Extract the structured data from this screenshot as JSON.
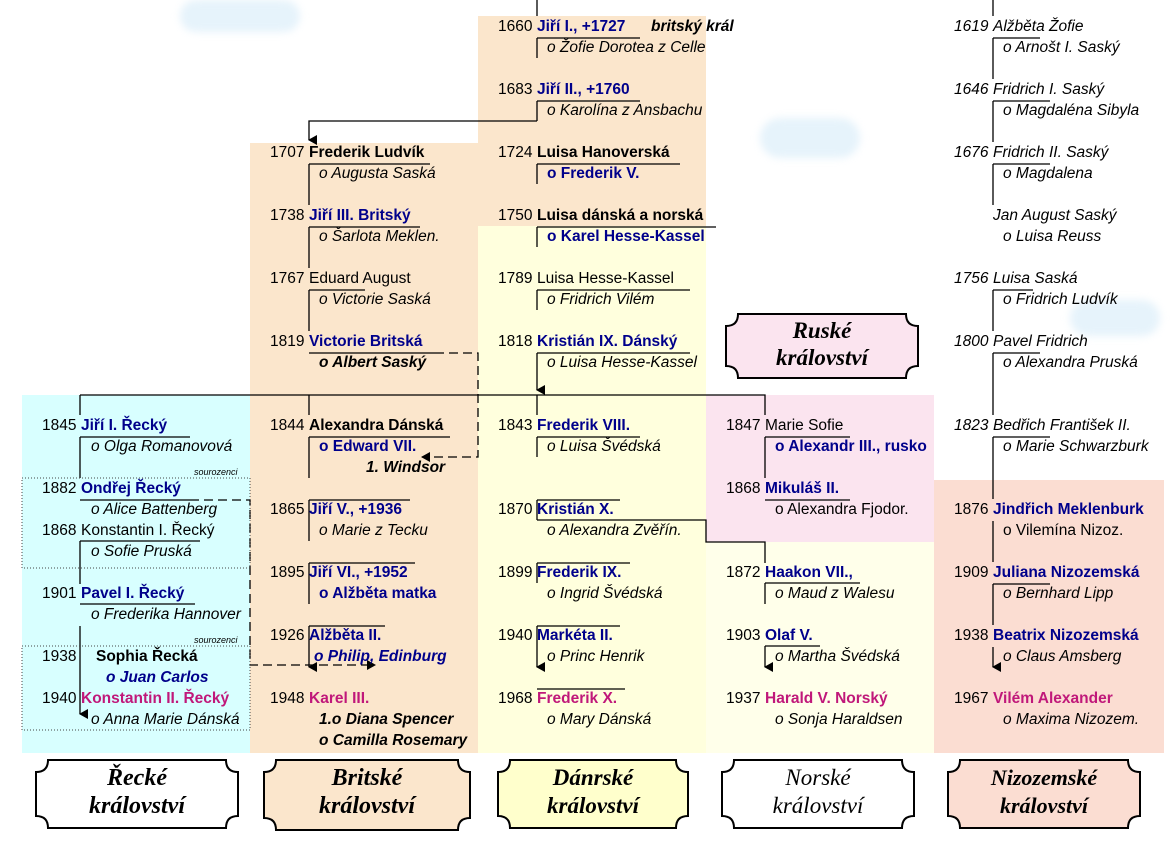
{
  "colors": {
    "greek": "#d8ffff",
    "british": "#fbe6cc",
    "danish_top": "#fbe6cc",
    "danish": "#ffffdd",
    "norway_pink": "#fbe4ef",
    "norway": "#ffffea",
    "dutch": "#fbddd2",
    "name_blue": "#00008b",
    "name_magenta": "#c0187a"
  },
  "kingdoms": {
    "greek": "Řecké\nkrálovství",
    "british": "Britské\nkrálovství",
    "danish": "Dánrské\nkrálovství",
    "norway": "Norské\nkrálovství",
    "dutch": "Nizozemské\nkrálovství",
    "russian": "Ruské\nkrálovství"
  },
  "labels": {
    "siblings_1": "sourozenci",
    "siblings_2": "sourozenci"
  },
  "greek": {
    "r1_year": "1845",
    "r1_name": "Jiří I. Řecký",
    "r1_spouse": "o Olga Romanovová",
    "r2_year": "1882",
    "r2_name": "Ondřej Řecký",
    "r2_spouse": "o Alice Battenberg",
    "r3_year": "1868",
    "r3_name": "Konstantin I. Řecký",
    "r3_spouse": "o Sofie Pruská",
    "r4_year": "1901",
    "r4_name": "Pavel I. Řecký",
    "r4_spouse": "o Frederika Hannover",
    "r5_year": "1938",
    "r5_name": "Sophia Řecká",
    "r5_spouse": "o Juan Carlos",
    "r6_year": "1940",
    "r6_name": "Konstantin II. Řecký",
    "r6_spouse": "o Anna Marie Dánská"
  },
  "british": {
    "r1_year": "1707",
    "r1_name": "Frederik Ludvík",
    "r1_spouse": "o Augusta Saská",
    "r2_year": "1738",
    "r2_name": "Jiří III. Britský",
    "r2_spouse": "o Šarlota Meklen.",
    "r3_year": "1767",
    "r3_name_a": "Eduard",
    "r3_name_b": " August",
    "r3_spouse": "o Victorie Saská",
    "r4_year": "1819",
    "r4_name": "Victorie Britská",
    "r4_spouse": "o Albert Saský",
    "r5_year": "1844",
    "r5_name": "Alexandra Dánská",
    "r5_spouse": "o Edward VII.",
    "r5_note": "1. Windsor",
    "r6_year": "1865",
    "r6_name": "Jiří V., +1936",
    "r6_spouse": "o Marie z Tecku",
    "r7_year": "1895",
    "r7_name": "Jiří VI., +1952",
    "r7_spouse": "o Alžběta matka",
    "r8_year": "1926",
    "r8_name": "Alžběta II.",
    "r8_spouse": "o Philip, Edinburg",
    "r9_year": "1948",
    "r9_name": "Karel III.",
    "r9_spouse1": "1.o Diana Spencer",
    "r9_spouse2": "o Camilla Rosemary"
  },
  "danish": {
    "r0_year": "1660",
    "r0_name": "Jiří I., +1727",
    "r0_note": "britský král",
    "r0_spouse": "o Žofie Dorotea z Celle",
    "r1_year": "1683",
    "r1_name": "Jiří II., +1760",
    "r1_spouse": "o Karolína z Ansbachu",
    "r2_year": "1724",
    "r2_name": "Luisa Hanoverská",
    "r2_spouse": "o Frederik V.",
    "r3_year": "1750",
    "r3_name": "Luisa dánská a norská",
    "r3_spouse": "o Karel Hesse-Kassel",
    "r4_year": "1789",
    "r4_name": "Luisa Hesse-Kassel",
    "r4_spouse": "o Fridrich Vilém",
    "r5_year": "1818",
    "r5_name": "Kristián IX. Dánský",
    "r5_spouse": "o Luisa Hesse-Kassel",
    "r6_year": "1843",
    "r6_name": "Frederik VIII.",
    "r6_spouse": "o Luisa Švédská",
    "r7_year": "1870",
    "r7_name": "Kristián X.",
    "r7_spouse": "o Alexandra Zvěřín.",
    "r8_year": "1899",
    "r8_name": "Frederik IX.",
    "r8_spouse": "o Ingrid Švédská",
    "r9_year": "1940",
    "r9_name": "Markéta II.",
    "r9_spouse": "o Princ Henrik",
    "r10_year": "1968",
    "r10_name": "Frederik X.",
    "r10_spouse": "o Mary Dánská"
  },
  "norway": {
    "r1_year": "1847",
    "r1_name": "Marie Sofie",
    "r1_spouse": "o Alexandr III., rusko",
    "r2_year": "1868",
    "r2_name": "Mikuláš II.",
    "r2_spouse": "o Alexandra Fjodor.",
    "r3_year": "1872",
    "r3_name": "Haakon VII.,",
    "r3_spouse": "o Maud z Walesu",
    "r4_year": "1903",
    "r4_name": "Olaf V.",
    "r4_spouse": "o Martha Švédská",
    "r5_year": "1937",
    "r5_name": "Harald V. Norský",
    "r5_spouse": "o Sonja Haraldsen"
  },
  "dutch": {
    "r1_year": "1619",
    "r1_name": "Alžběta",
    "r1_name_b": " Žofie",
    "r1_spouse": "o  Arnošt I. Saský",
    "r2_year": "1646",
    "r2_name": "Fridrich",
    "r2_name_b": " I. Saský",
    "r2_spouse": "o Magdaléna Sibyla",
    "r3_year": "1676",
    "r3_name": "Fridrich",
    "r3_name_b": " II. Saský",
    "r3_spouse": "o Magdalena",
    "r4_name": "Jan August Saský",
    "r4_spouse": "o Luisa Reuss",
    "r5_year": "1756",
    "r5_name": "Luisa",
    "r5_name_b": " Saská",
    "r5_spouse": "o Fridrich Ludvík",
    "r6_year": "1800",
    "r6_name": "Pavel",
    "r6_name_b": " Fridrich",
    "r6_spouse": "o Alexandra Pruská",
    "r7_year": "1823",
    "r7_name": "Bedřich",
    "r7_name_b": " František II.",
    "r7_spouse": "o Marie Schwarzburk",
    "r8_year": "1876",
    "r8_name": "Jindřich Meklenburk",
    "r8_spouse": "o Vilemína Nizoz.",
    "r9_year": "1909",
    "r9_name": "Juliana Nizozemská",
    "r9_spouse": "o Bernhard Lipp",
    "r10_year": "1938",
    "r10_name": "Beatrix Nizozemská",
    "r10_spouse": "o Claus Amsberg",
    "r11_year": "1967",
    "r11_name": "Vilém Alexander",
    "r11_spouse": "o Maxima Nizozem."
  }
}
